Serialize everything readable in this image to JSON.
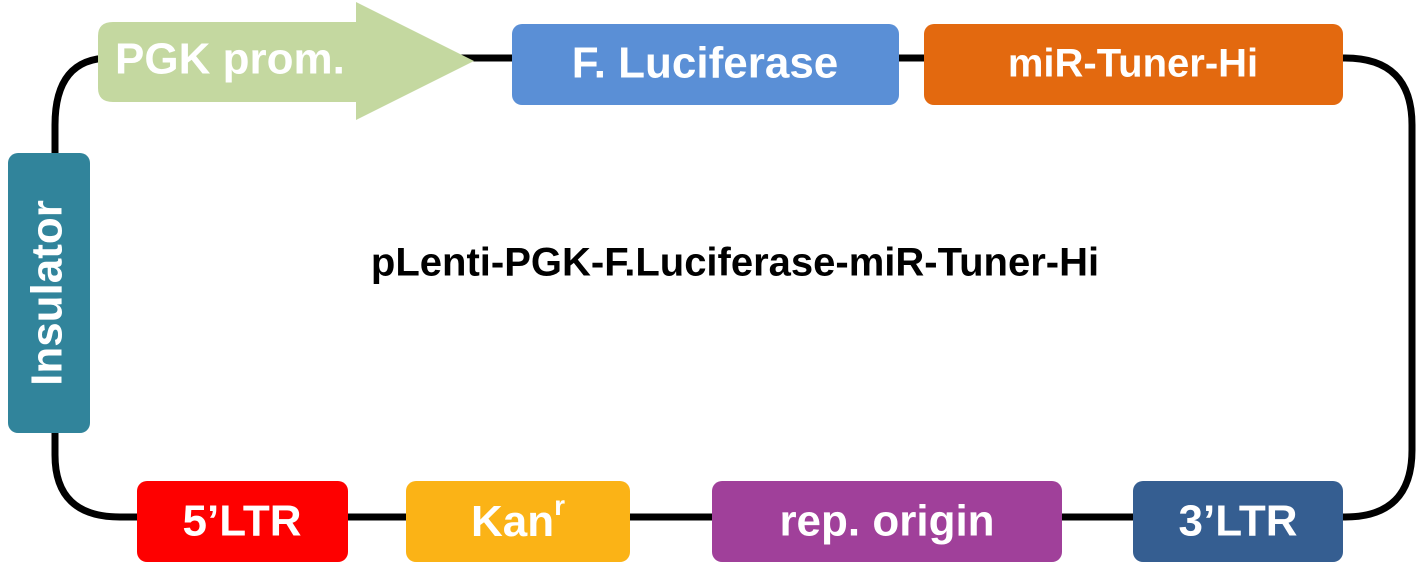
{
  "title": "pLenti-PGK-F.Luciferase-miR-Tuner-Hi",
  "elements": {
    "promoter": {
      "label": "PGK prom.",
      "color": "#c4d8a0"
    },
    "luciferase": {
      "label": "F. Luciferase",
      "color": "#5a8fd6"
    },
    "mir_tuner": {
      "label": "miR-Tuner-Hi",
      "color": "#e3690f"
    },
    "insulator": {
      "label": "Insulator",
      "color": "#31849b"
    },
    "ltr5": {
      "label": "5’LTR",
      "color": "#fe0000"
    },
    "kan": {
      "label": "Kan",
      "superscript": "r",
      "color": "#fbb316"
    },
    "rep_origin": {
      "label": "rep. origin",
      "color": "#a0409a"
    },
    "ltr3": {
      "label": "3’LTR",
      "color": "#355e91"
    }
  },
  "backbone_color": "#000000"
}
